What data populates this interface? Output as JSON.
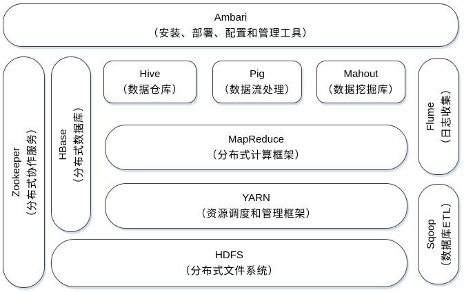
{
  "diagram": {
    "title": "Hadoop ecosystem architecture",
    "colors": {
      "border": "#3f3f3f",
      "shadow": "#cddff2",
      "background": "#ffffff",
      "text": "#000000"
    },
    "nodes": {
      "ambari": {
        "name": "Ambari",
        "desc": "（安装、部署、配置和管理工具）"
      },
      "zookeeper": {
        "name": "Zookeeper",
        "desc": "（分布式协作服务）"
      },
      "hbase": {
        "name": "HBase",
        "desc": "（分布式数据库）"
      },
      "hive": {
        "name": "Hive",
        "desc": "（数据仓库）"
      },
      "pig": {
        "name": "Pig",
        "desc": "（数据流处理）"
      },
      "mahout": {
        "name": "Mahout",
        "desc": "（数据挖掘库）"
      },
      "mapreduce": {
        "name": "MapReduce",
        "desc": "（分布式计算框架）"
      },
      "yarn": {
        "name": "YARN",
        "desc": "（资源调度和管理框架）"
      },
      "hdfs": {
        "name": "HDFS",
        "desc": "（分布式文件系统）"
      },
      "flume": {
        "name": "Flume",
        "desc": "（日志收集）"
      },
      "sqoop": {
        "name": "Sqoop",
        "desc": "（数据库ETL）"
      }
    }
  }
}
